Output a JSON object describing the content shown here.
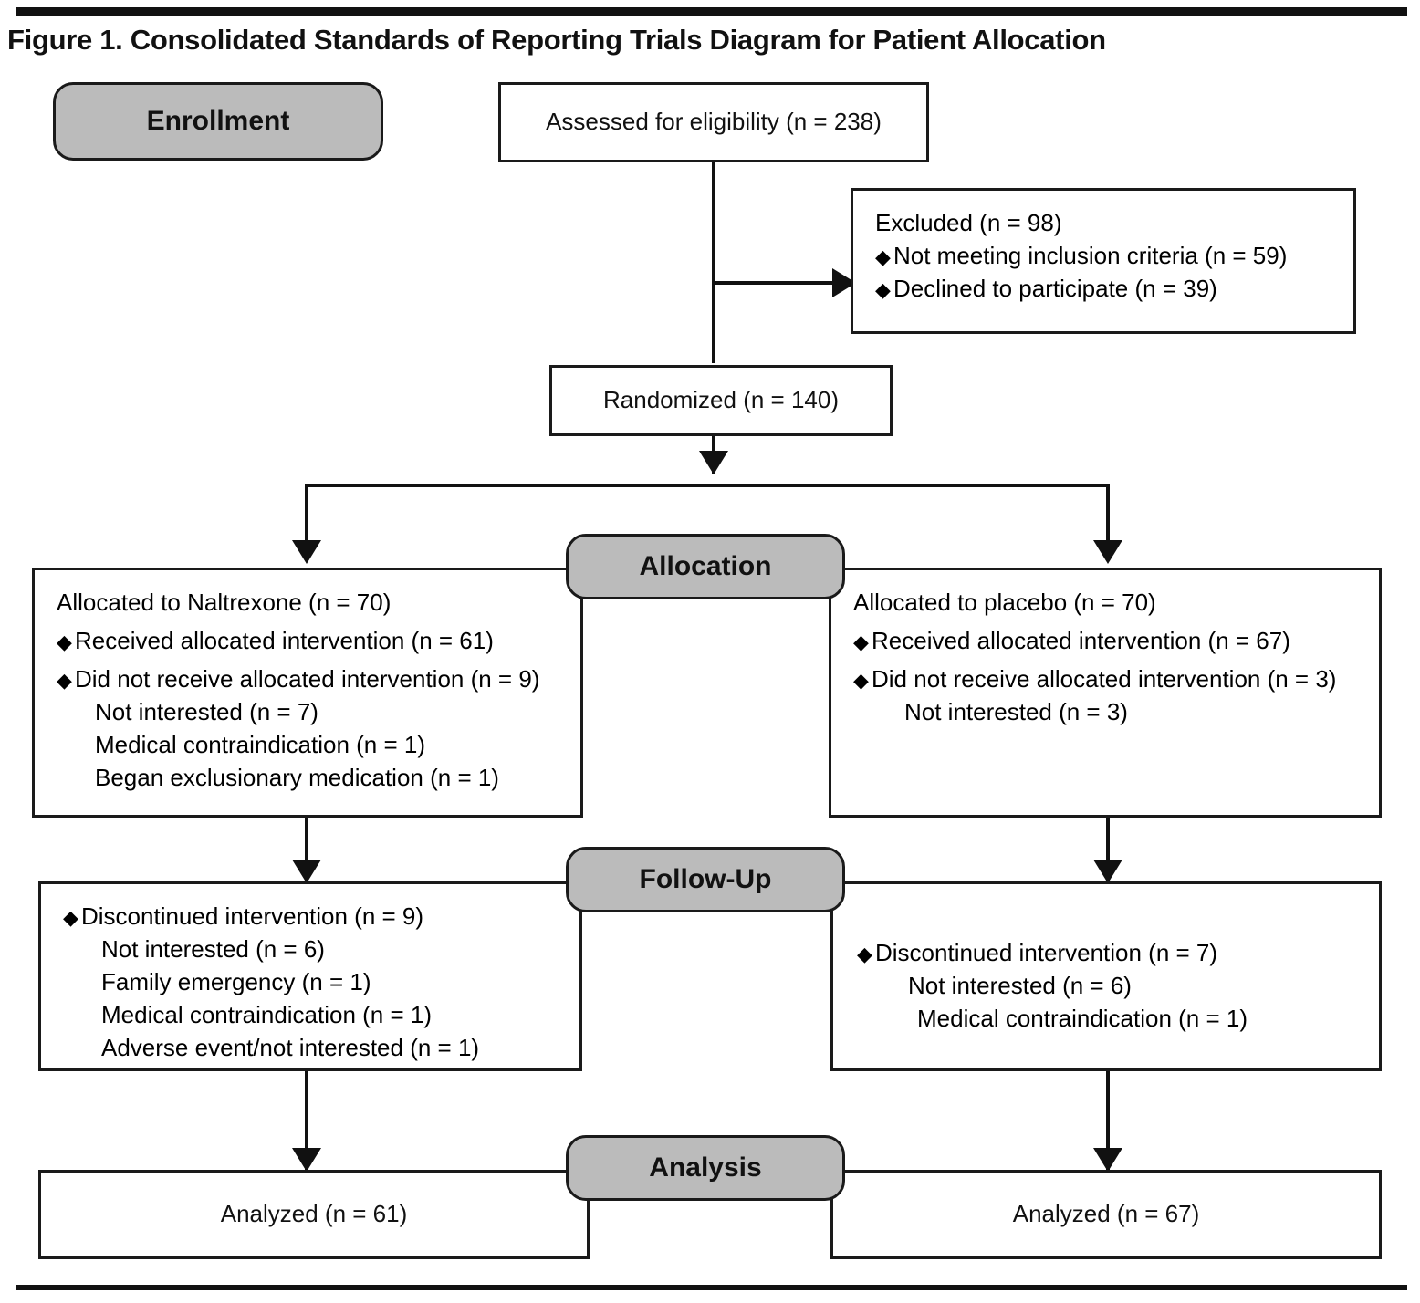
{
  "figure": {
    "title": "Figure 1. Consolidated Standards of Reporting Trials Diagram for Patient Allocation"
  },
  "colors": {
    "pill_fill": "#bbbbbb",
    "stroke": "#1a1a1a",
    "text": "#111111",
    "background": "#ffffff"
  },
  "stages": {
    "enrollment": "Enrollment",
    "allocation": "Allocation",
    "followup": "Follow-Up",
    "analysis": "Analysis"
  },
  "icons": {
    "bullet": "♦",
    "bullet_name": "diamond-bullet-icon"
  },
  "nodes": {
    "assessed": {
      "label": "Assessed for eligibility (n = 238)"
    },
    "excluded": {
      "heading": "Excluded (n = 98)",
      "items": [
        "Not meeting inclusion criteria (n = 59)",
        "Declined to participate  (n = 39)"
      ]
    },
    "randomized": {
      "label": "Randomized (n =  140)"
    },
    "allocation_left": {
      "heading": "Allocated to Naltrexone (n = 70)",
      "bullet1": "Received allocated intervention  (n = 61)",
      "bullet2": "Did not receive allocated intervention (n = 9)",
      "subitems": [
        "Not interested (n = 7)",
        "Medical  contraindication  (n = 1)",
        "Began exclusionary medication (n = 1)"
      ]
    },
    "allocation_right": {
      "heading": "Allocated to placebo  (n = 70)",
      "bullet1": "Received allocated intervention (n = 67)",
      "bullet2": "Did not receive allocated intervention (n = 3)",
      "subitems": [
        "Not interested (n = 3)"
      ]
    },
    "followup_left": {
      "bullet1": "Discontinued intervention (n = 9)",
      "subitems": [
        "Not interested (n = 6)",
        "Family emergency (n = 1)",
        "Medical contraindication (n = 1)",
        "Adverse event/not interested (n = 1)"
      ]
    },
    "followup_right": {
      "bullet1": "Discontinued intervention (n = 7)",
      "subitems": [
        "Not interested (n = 6)",
        "Medical  contraindication (n = 1)"
      ]
    },
    "analysis_left": {
      "label": "Analyzed (n = 61)"
    },
    "analysis_right": {
      "label": "Analyzed (n = 67)"
    }
  }
}
